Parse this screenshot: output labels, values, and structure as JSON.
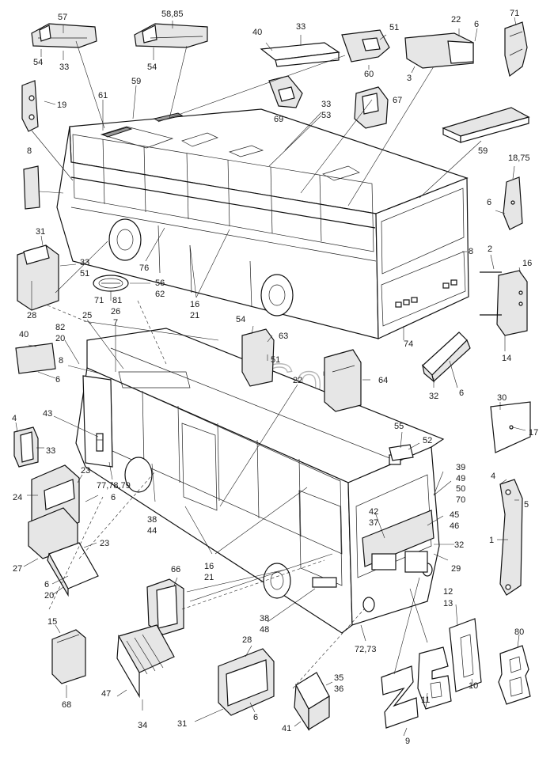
{
  "watermark": "AutoSoft",
  "labels": {
    "l57": "57",
    "l5885": "58,85",
    "l40a": "40",
    "l33a": "33",
    "l51a": "51",
    "l22a": "22",
    "l6a": "6",
    "l71a": "71",
    "l54a": "54",
    "l33b": "33",
    "l54b": "54",
    "l60": "60",
    "l3": "3",
    "l61": "61",
    "l59a": "59",
    "l19": "19",
    "l67": "67",
    "l69": "69",
    "l33c": "33",
    "l53": "53",
    "l59b": "59",
    "l8a": "8",
    "l1875": "18,75",
    "l6b": "6",
    "l31a": "31",
    "l33d": "33",
    "l51b": "51",
    "l28a": "28",
    "l2": "2",
    "l16a": "16",
    "l8b": "8",
    "l71b": "71",
    "l81": "81",
    "l56": "56",
    "l62": "62",
    "l76": "76",
    "l16b": "16",
    "l21a": "21",
    "l26": "26",
    "l7": "7",
    "l25": "25",
    "l82": "82",
    "l20a": "20",
    "l40b": "40",
    "l8c": "8",
    "l6c": "6",
    "l54c": "54",
    "l63": "63",
    "l51c": "51",
    "l14": "14",
    "l74": "74",
    "l22b": "22",
    "l64": "64",
    "l32a": "32",
    "l6d": "6",
    "l30": "30",
    "l17": "17",
    "l4a": "4",
    "l43": "43",
    "l33e": "33",
    "l55": "55",
    "l52": "52",
    "l23a": "23",
    "l24": "24",
    "l6e": "6",
    "l777879": "77,78,79",
    "l38a": "38",
    "l44": "44",
    "l39": "39",
    "l49": "49",
    "l50": "50",
    "l70": "70",
    "l4b": "4",
    "l5": "5",
    "l42": "42",
    "l37": "37",
    "l45": "45",
    "l46": "46",
    "l32b": "32",
    "l29": "29",
    "l1": "1",
    "l23b": "23",
    "l27": "27",
    "l6f": "6",
    "l20b": "20",
    "l16c": "16",
    "l21b": "21",
    "l66": "66",
    "l12": "12",
    "l13": "13",
    "l15": "15",
    "l38b": "38",
    "l48": "48",
    "l28b": "28",
    "l80": "80",
    "l7273": "72,73",
    "l35": "35",
    "l36": "36",
    "l10": "10",
    "l47": "47",
    "l68": "68",
    "l31b": "31",
    "l6g": "6",
    "l41": "41",
    "l11": "11",
    "l34": "34",
    "l9": "9"
  },
  "plate": {
    "z": "Z",
    "six": "6",
    "zero": "0",
    "eight": "8"
  }
}
